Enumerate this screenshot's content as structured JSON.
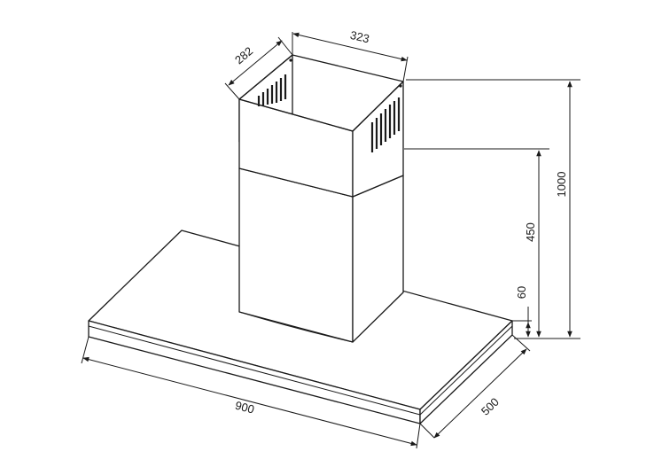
{
  "dimensions": {
    "total_width": "900",
    "hood_depth": "500",
    "chimney_width": "323",
    "chimney_depth": "282",
    "total_height": "1000",
    "chimney_lower_height": "450",
    "canopy_thickness": "60"
  },
  "colors": {
    "line": "#1a1a1a",
    "background": "#ffffff"
  }
}
